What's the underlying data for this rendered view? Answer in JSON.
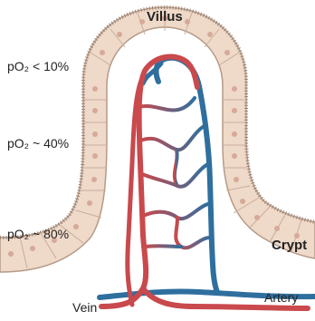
{
  "labels": {
    "villus": "Villus",
    "crypt": "Crypt",
    "vein": "Vein",
    "artery": "Artery",
    "po2_top": "pO₂ < 10%",
    "po2_middle": "pO₂ ~ 40%",
    "po2_bottom": "pO₂ ~ 80%"
  },
  "colors": {
    "epithelium": "#efd9c9",
    "epithelium_outline": "#b59a87",
    "nucleus": "#d6a999",
    "artery": "#2f6f9e",
    "vein": "#c9494c",
    "capillary": "#8a4f7f"
  }
}
